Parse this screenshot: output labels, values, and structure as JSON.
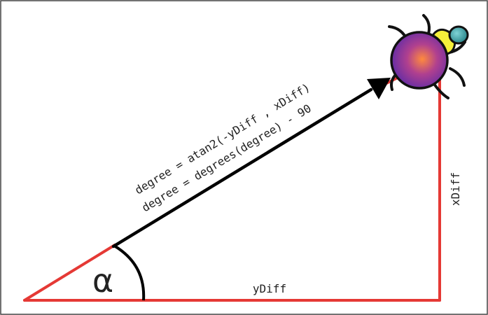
{
  "diagram": {
    "formula_line1": "degree = atan2(-yDiff , xDiff)",
    "formula_line2": "degree = degrees(degree) - 90",
    "angle_symbol": "α",
    "label_horizontal": "yDiff",
    "label_vertical": "xDiff",
    "icon": "beetle-icon"
  },
  "colors": {
    "triangle_edges": "#e53935",
    "arrow": "#000000",
    "text": "#222222",
    "beetle_body_center": "#ff8a3d",
    "beetle_body_mid": "#b0408f",
    "beetle_body_edge": "#5a2aa8",
    "beetle_thorax": "#f5f03a",
    "beetle_head": "#2e9aa0"
  }
}
